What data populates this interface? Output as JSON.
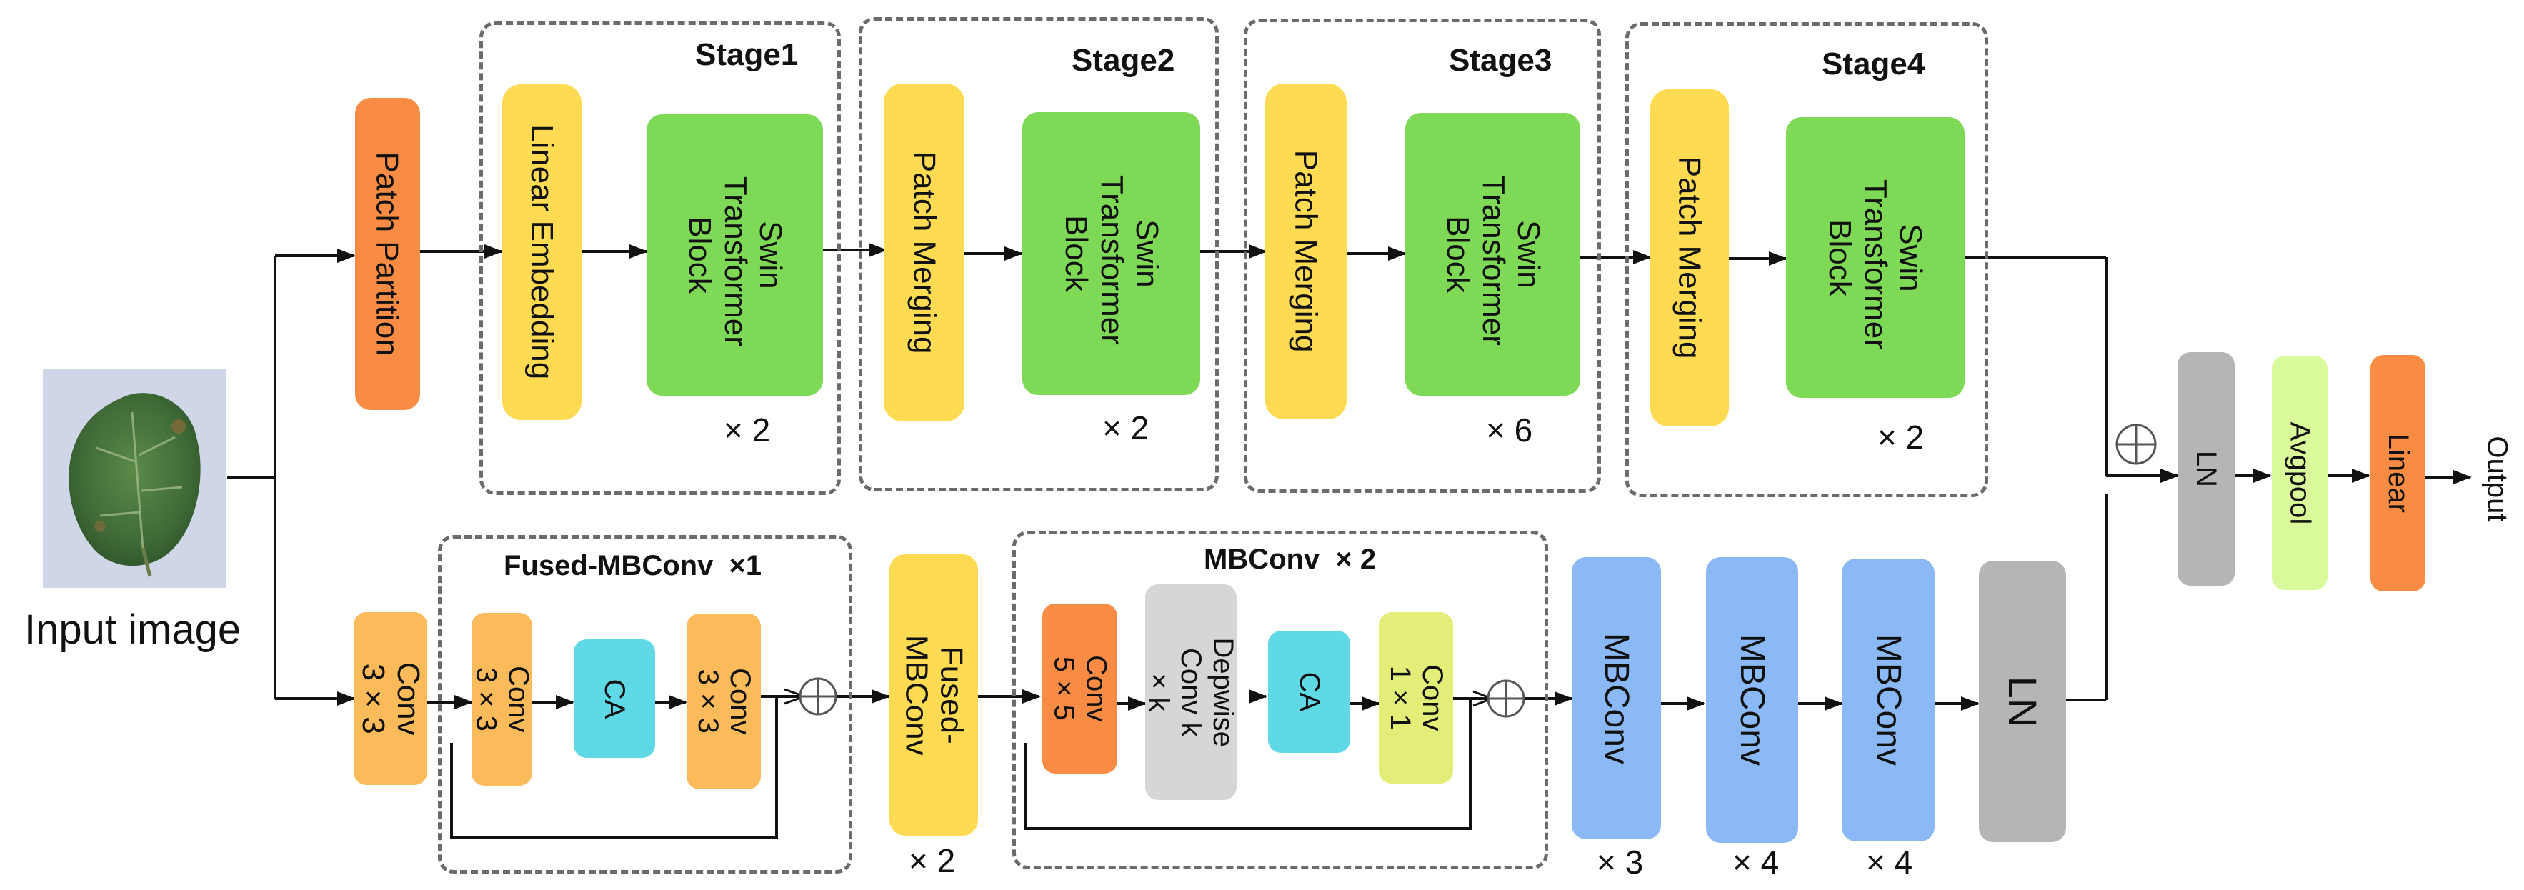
{
  "input": {
    "label": "Input image"
  },
  "output": {
    "label": "Output"
  },
  "swin_branch": {
    "patch_partition": "Patch Partition",
    "stages": [
      {
        "title": "Stage1",
        "first_block": "Linear Embedding",
        "block": "Swin Transformer Block",
        "repeat": "× 2"
      },
      {
        "title": "Stage2",
        "first_block": "Patch Merging",
        "block": "Swin Transformer Block",
        "repeat": "× 2"
      },
      {
        "title": "Stage3",
        "first_block": "Patch Merging",
        "block": "Swin Transformer Block",
        "repeat": "× 6"
      },
      {
        "title": "Stage4",
        "first_block": "Patch Merging",
        "block": "Swin Transformer Block",
        "repeat": "× 2"
      }
    ]
  },
  "cnn_branch": {
    "stem_conv": "Conv 3 × 3",
    "fused_mbconv_group": {
      "title": "Fused-MBConv  ×1",
      "conv_a": "Conv 3 × 3",
      "ca": "CA",
      "conv_b": "Conv 3 × 3"
    },
    "fused_mbconv_block": {
      "label": "Fused-MBConv",
      "repeat": "× 2"
    },
    "mbconv_group": {
      "title": "MBConv  × 2",
      "conv5": "Conv 5 × 5",
      "depthwise": "Depwise Conv k × k",
      "ca": "CA",
      "conv1": "Conv 1 × 1"
    },
    "mbconv_blocks": [
      {
        "label": "MBConv",
        "repeat": "× 3"
      },
      {
        "label": "MBConv",
        "repeat": "× 4"
      },
      {
        "label": "MBConv",
        "repeat": "× 4"
      }
    ],
    "ln": "LN"
  },
  "head": {
    "ln": "LN",
    "avgpool": "Avgpool",
    "linear": "Linear"
  },
  "colors": {
    "orange": "#f98c45",
    "yellow": "#fedb52",
    "green": "#7ed957",
    "light_orange": "#fbbb5a",
    "cyan": "#5fd9e6",
    "light_gray": "#d6d6d6",
    "lime": "#e2ee78",
    "blue": "#8ab9f6",
    "gray": "#b5b5b5",
    "light_green": "#d9f99a",
    "dashed_border": "#6b6b6b"
  }
}
